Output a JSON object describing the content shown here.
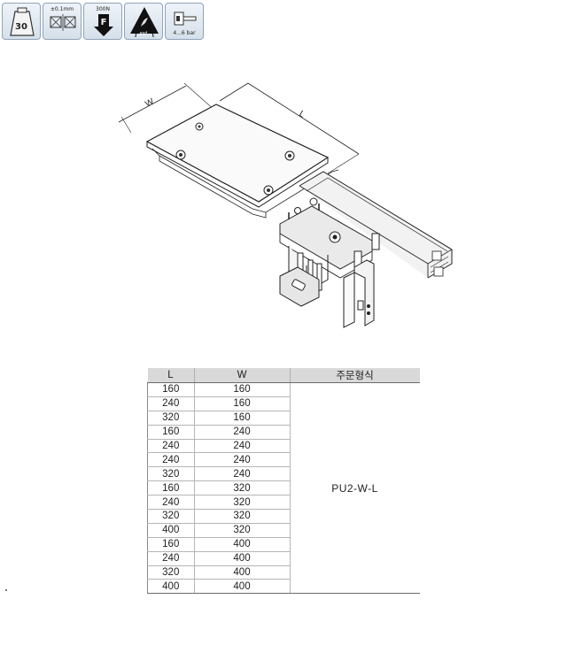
{
  "icons": [
    {
      "name": "weight-icon",
      "label": "30"
    },
    {
      "name": "precision-icon",
      "label": "±0.1mm"
    },
    {
      "name": "force-icon",
      "label": "300N",
      "symbol": "F"
    },
    {
      "name": "esd-icon",
      "label": "esd"
    },
    {
      "name": "pressure-icon",
      "label": "4...6 bar"
    }
  ],
  "drawing": {
    "dim_w": "W",
    "dim_l": "L"
  },
  "table": {
    "headers": {
      "l": "L",
      "w": "W",
      "order": "주문형식"
    },
    "order_code": "PU2-W-L",
    "rows": [
      {
        "l": "160",
        "w": "160"
      },
      {
        "l": "240",
        "w": "160"
      },
      {
        "l": "320",
        "w": "160"
      },
      {
        "l": "160",
        "w": "240"
      },
      {
        "l": "240",
        "w": "240"
      },
      {
        "l": "240",
        "w": "240"
      },
      {
        "l": "320",
        "w": "240"
      },
      {
        "l": "160",
        "w": "320"
      },
      {
        "l": "240",
        "w": "320"
      },
      {
        "l": "320",
        "w": "320"
      },
      {
        "l": "400",
        "w": "320"
      },
      {
        "l": "160",
        "w": "400"
      },
      {
        "l": "240",
        "w": "400"
      },
      {
        "l": "320",
        "w": "400"
      },
      {
        "l": "400",
        "w": "400"
      }
    ]
  }
}
